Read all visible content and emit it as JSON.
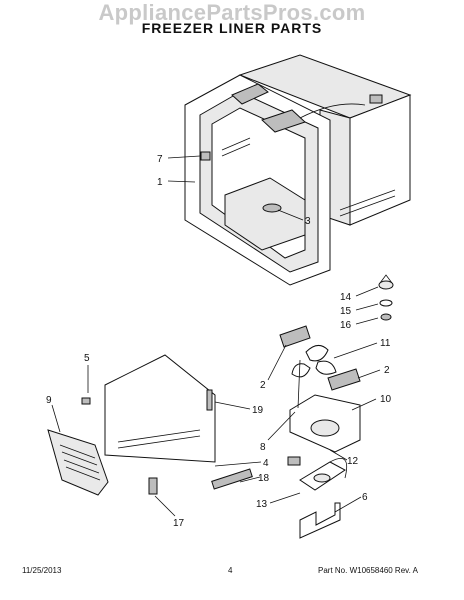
{
  "watermark": "AppliancePartsPros.com",
  "title": "FREEZER LINER PARTS",
  "footer": {
    "date": "11/25/2013",
    "page": "4",
    "part_number": "Part No. W10658460  Rev. A"
  },
  "callouts": [
    "7",
    "1",
    "3",
    "14",
    "15",
    "16",
    "11",
    "2",
    "2",
    "5",
    "9",
    "19",
    "10",
    "8",
    "4",
    "12",
    "18",
    "6",
    "13",
    "17"
  ]
}
